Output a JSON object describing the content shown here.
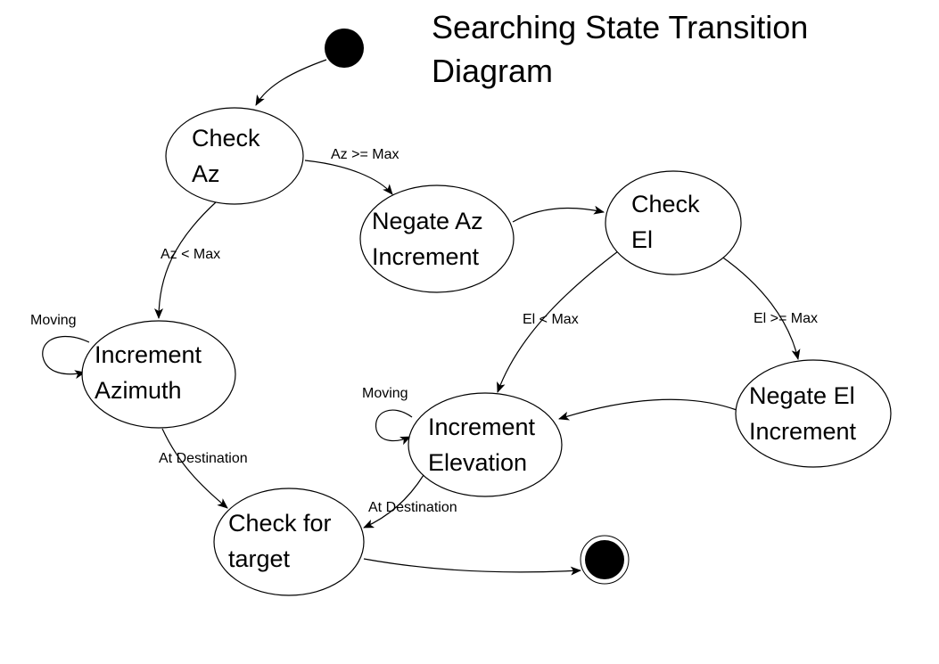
{
  "title": {
    "line1": "Searching State Transition",
    "line2": "Diagram"
  },
  "states": {
    "check_az": {
      "line1": "Check",
      "line2": "Az"
    },
    "negate_az": {
      "line1": "Negate Az",
      "line2": "Increment"
    },
    "check_el": {
      "line1": "Check",
      "line2": "El"
    },
    "increment_azimuth": {
      "line1": "Increment",
      "line2": "Azimuth"
    },
    "negate_el": {
      "line1": "Negate El",
      "line2": "Increment"
    },
    "increment_elevation": {
      "line1": "Increment",
      "line2": "Elevation"
    },
    "check_target": {
      "line1": "Check for",
      "line2": "target"
    }
  },
  "transitions": {
    "az_ge_max": "Az >= Max",
    "az_lt_max": "Az < Max",
    "el_lt_max": "El < Max",
    "el_ge_max": "El >= Max",
    "moving_az": "Moving",
    "moving_el": "Moving",
    "at_destination_az": "At Destination",
    "at_destination_el": "At Destination"
  }
}
